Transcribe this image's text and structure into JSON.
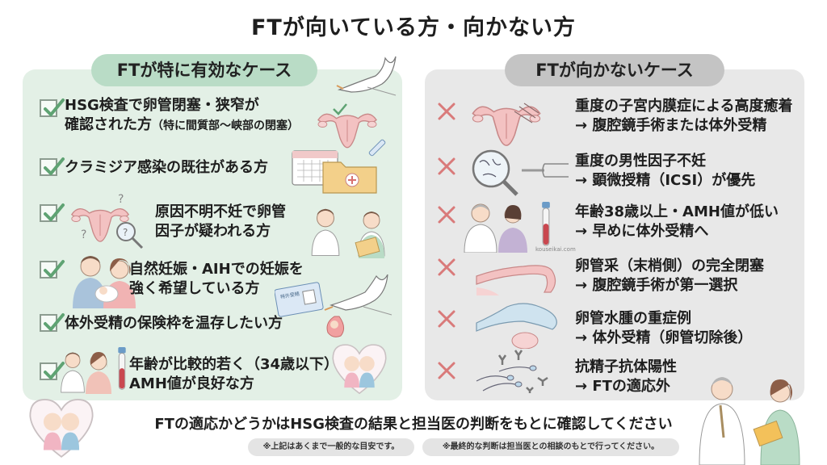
{
  "title": "FTが向いている方・向かない方",
  "good_panel": {
    "heading": "FTが特に有効なケース",
    "items": [
      {
        "text_line1": "HSG検査で卵管閉塞・狭窄が",
        "text_line2": "確認された方",
        "text_small": "（特に間質部〜峡部の閉塞）",
        "icon": "check-icon",
        "illustration": "uterus-syringe-illustration"
      },
      {
        "text_line1": "クラミジア感染の既往がある方",
        "icon": "check-icon",
        "illustration": "calendar-medical-folder-illustration"
      },
      {
        "text_line1": "原因不明不妊で卵管",
        "text_line2": "因子が疑われる方",
        "icon": "check-icon",
        "illustration": "uterus-question-magnifier-illustration"
      },
      {
        "text_line1": "自然妊娠・AIHでの妊娠を",
        "text_line2": "強く希望している方",
        "icon": "check-icon",
        "illustration": "couple-baby-illustration"
      },
      {
        "text_line1": "体外受精の保険枠を温存したい方",
        "icon": "check-icon",
        "illustration": "insurance-card-stork-illustration"
      },
      {
        "text_line1": "年齢が比較的若く（34歳以下）",
        "text_line2": "AMH値が良好な方",
        "icon": "check-icon",
        "illustration": "young-couple-blood-tube-illustration"
      }
    ],
    "insurance_card_label": "特外受精"
  },
  "bad_panel": {
    "heading": "FTが向かないケース",
    "items": [
      {
        "text_line1": "重度の子宮内膜症による高度癒着",
        "text_line2": "→ 腹腔鏡手術または体外受精",
        "icon": "cross-icon",
        "illustration": "uterus-adhesion-illustration"
      },
      {
        "text_line1": "重度の男性因子不妊",
        "text_line2": "→ 顕微授精（ICSI）が優先",
        "icon": "cross-icon",
        "illustration": "sperm-magnifier-pipette-illustration"
      },
      {
        "text_line1": "年齢38歳以上・AMH値が低い",
        "text_line2": "→ 早めに体外受精へ",
        "icon": "cross-icon",
        "illustration": "older-couple-blood-tube-illustration"
      },
      {
        "text_line1": "卵管采（末梢側）の完全閉塞",
        "text_line2": "→ 腹腔鏡手術が第一選択",
        "icon": "cross-icon",
        "illustration": "fallopian-tube-blocked-illustration"
      },
      {
        "text_line1": "卵管水腫の重症例",
        "text_line2": "→ 体外受精（卵管切除後）",
        "icon": "cross-icon",
        "illustration": "hydrosalpinx-illustration"
      },
      {
        "text_line1": "抗精子抗体陽性",
        "text_line2": "→ FTの適応外",
        "icon": "cross-icon",
        "illustration": "antisperm-antibody-illustration"
      }
    ],
    "watermark": "kouseikai.com"
  },
  "footer": {
    "main": "FTの適応かどうかはHSG検査の結果と担当医の判断をもとに確認してください",
    "notes": [
      "※上記はあくまで一般的な目安です。",
      "※最終的な判断は担当医との相談のもとで行ってください。"
    ]
  },
  "colors": {
    "good_panel_bg": "#e3f0e6",
    "good_pill_bg": "#b9dcc6",
    "bad_panel_bg": "#e8e8e8",
    "bad_pill_bg": "#c4c4c4",
    "check_green": "#5fa373",
    "cross_red": "#d97a7a"
  }
}
